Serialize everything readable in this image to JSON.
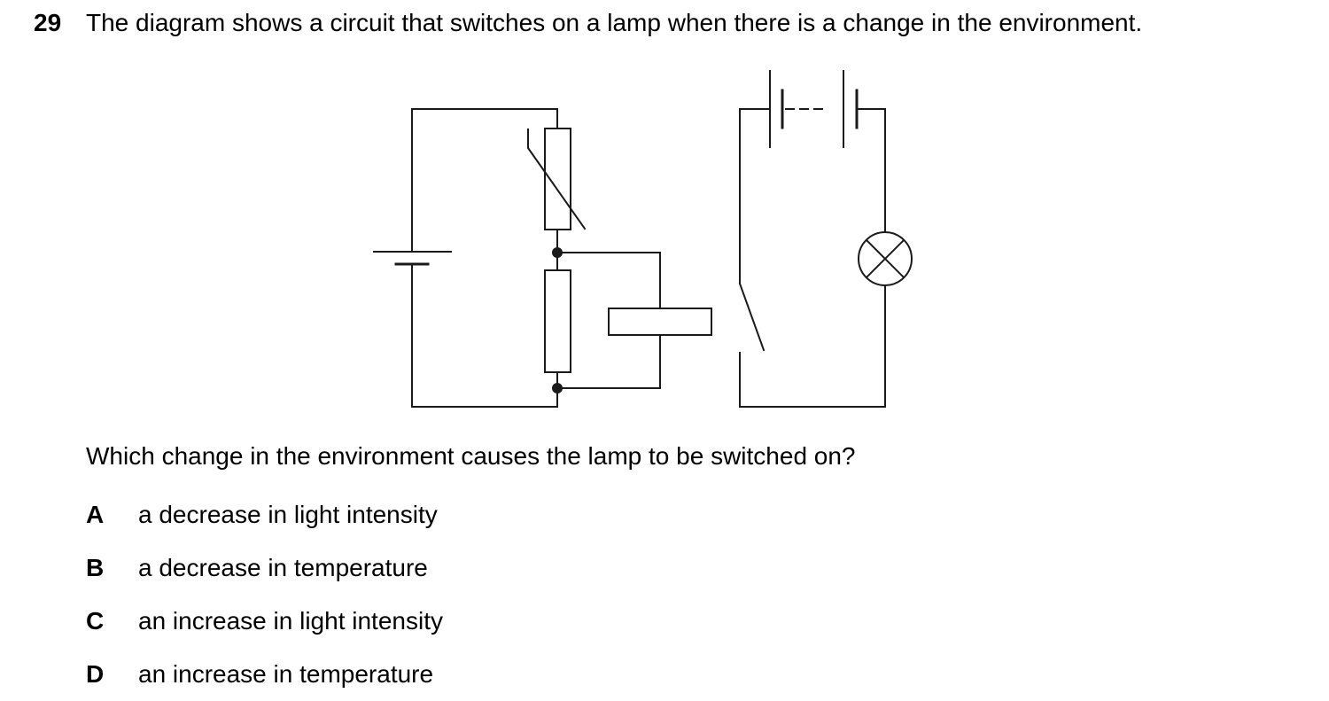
{
  "question": {
    "number": "29",
    "stem": "The diagram shows a circuit that switches on a lamp when there is a change in the environment.",
    "prompt": "Which change in the environment causes the lamp to be switched on?"
  },
  "options": [
    {
      "letter": "A",
      "text": "a decrease in light intensity"
    },
    {
      "letter": "B",
      "text": "a decrease in temperature"
    },
    {
      "letter": "C",
      "text": "an increase in light intensity"
    },
    {
      "letter": "D",
      "text": "an increase in temperature"
    }
  ],
  "diagram": {
    "components": [
      "cell",
      "thermistor",
      "fixed-resistor",
      "relay-coil",
      "relay-switch",
      "battery",
      "lamp"
    ]
  }
}
